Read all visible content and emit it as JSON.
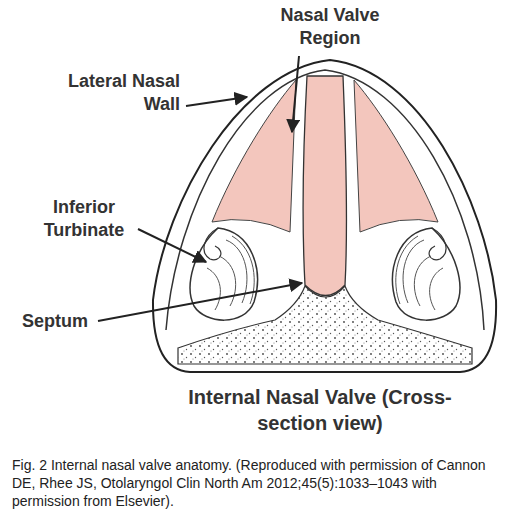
{
  "diagram": {
    "title": "Internal Nasal Valve (Cross-section view)",
    "caption": "Fig. 2 Internal nasal valve anatomy. (Reproduced with permission of Cannon DE, Rhee JS, Otolaryngol Clin North Am 2012;45(5):1033–1043 with permission from Elsevier).",
    "labels": [
      "Nasal Valve Region",
      "Lateral Nasal Wall",
      "Inferior Turbinate",
      "Septum"
    ]
  }
}
